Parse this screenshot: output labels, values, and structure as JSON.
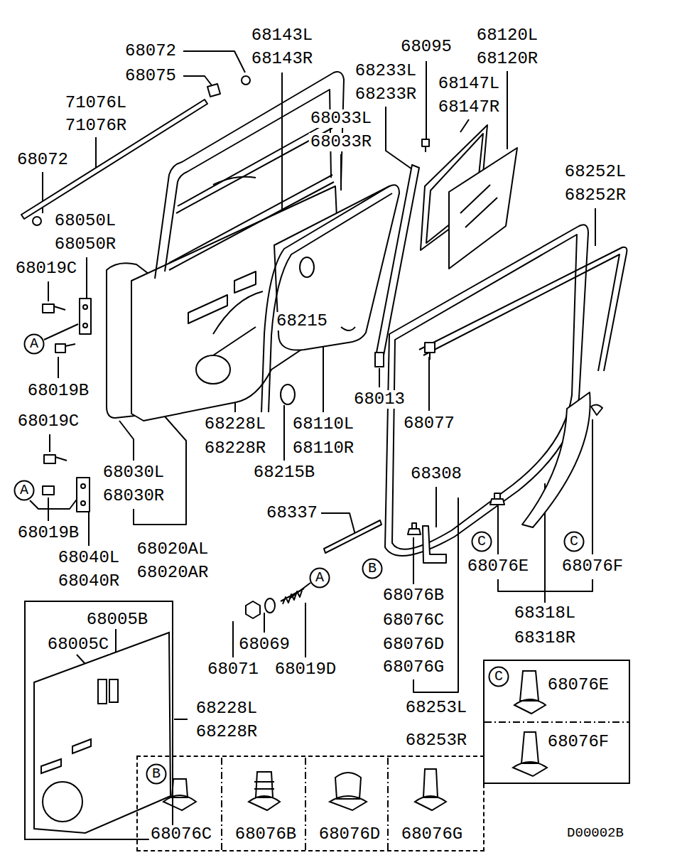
{
  "diagram": {
    "nodes": [
      {
        "text": [
          "A"
        ]
      },
      {
        "text": [
          "A"
        ]
      },
      {
        "text": [
          "C"
        ]
      },
      {
        "text": [
          "C"
        ]
      },
      {
        "text": [
          "B"
        ]
      },
      {
        "text": [
          "A"
        ]
      },
      {
        "text": [
          "68005B",
          "68005C"
        ]
      },
      {
        "text": [
          "68076E",
          "68076F"
        ]
      },
      {
        "text": [
          "C"
        ],
        "in": 7
      },
      {
        "text": [
          "68076C",
          "68076B",
          "68076D",
          "68076G"
        ]
      },
      {
        "text": [
          "B"
        ],
        "in": 9
      }
    ],
    "labels": [
      "68072",
      "68075",
      "68143L",
      "68143R",
      "68095",
      "68120L",
      "68120R",
      "71076L",
      "71076R",
      "68233L",
      "68233R",
      "68147L",
      "68147R",
      "68033L",
      "68033R",
      "68072",
      "68252L",
      "68252R",
      "68050L",
      "68050R",
      "68019C",
      "68215",
      "68019B",
      "68013",
      "68019C",
      "68228L",
      "68228R",
      "68110L",
      "68110R",
      "68077",
      "68030L",
      "68030R",
      "68215B",
      "68308",
      "68337",
      "68019B",
      "68020AL",
      "68020AR",
      "68040L",
      "68040R",
      "68076E",
      "68076F",
      "68076B",
      "68076C",
      "68076D",
      "68076G",
      "68318L",
      "68318R",
      "68069",
      "68071",
      "68019D",
      "68228L",
      "68228R",
      "68253L",
      "68253R",
      "D00002B"
    ]
  }
}
